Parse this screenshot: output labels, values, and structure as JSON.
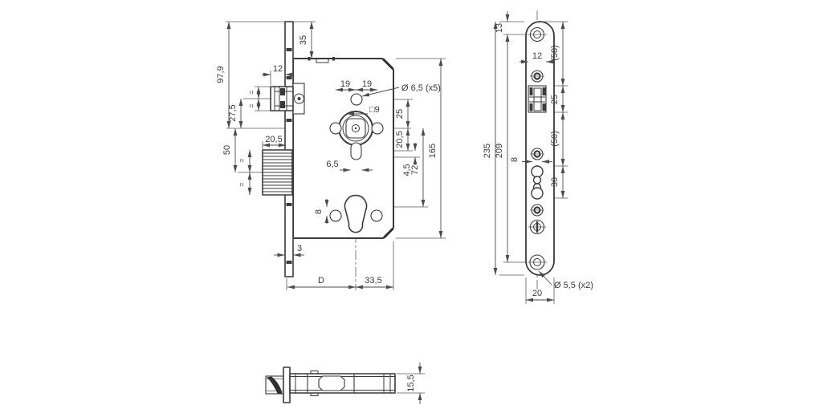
{
  "side_view": {
    "dims": {
      "v35": "35",
      "v97_9": "97,9",
      "v12": "12",
      "eq1": "=",
      "eq2": "=",
      "v27_5": "27,5",
      "v20_5_bolt": "20,5",
      "v50": "50",
      "eq3": "=",
      "eq4": "=",
      "v19_left": "19",
      "v19_right": "19",
      "hole_dia": "Ø 6,5 (x5)",
      "square": "□9",
      "v25": "25",
      "v20_5_slot": "20,5",
      "v6_5": "6,5",
      "v4_5": "4,5",
      "v72": "72",
      "v165": "165",
      "v8": "8",
      "v3": "3",
      "backset": "D",
      "v33_5": "33,5"
    }
  },
  "faceplate_view": {
    "dims": {
      "v13": "13",
      "v235": "235",
      "v209": "209",
      "v12": "12",
      "v58": "(58)",
      "v25": "25",
      "v50": "(50)",
      "v8": "8",
      "v30": "30",
      "hole_dia": "Ø 5,5 (x2)",
      "v20": "20"
    }
  },
  "plan_view": {
    "dims": {
      "v15_5": "15,5"
    }
  }
}
